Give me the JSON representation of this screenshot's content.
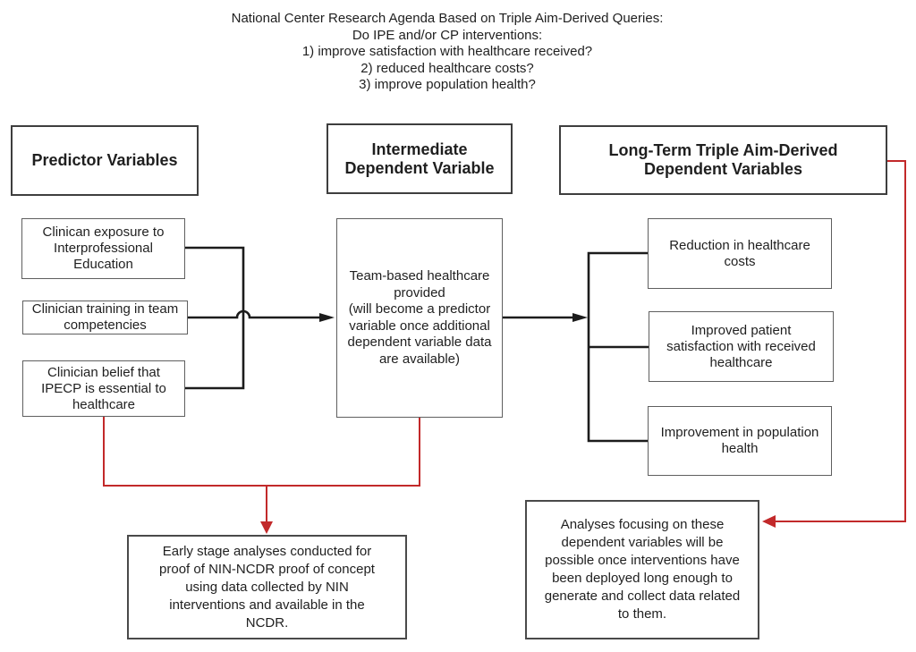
{
  "title": {
    "lines": [
      "National Center Research Agenda Based on Triple Aim-Derived Queries:",
      "Do IPE and/or CP interventions:",
      "1) improve satisfaction with healthcare received?",
      "2) reduced healthcare costs?",
      "3) improve population health?"
    ]
  },
  "headers": {
    "predictor": "Predictor Variables",
    "intermediate": "Intermediate\nDependent Variable",
    "long_term": "Long-Term Triple Aim-Derived\nDependent Variables"
  },
  "predictor_boxes": [
    "Clinican exposure to\nInterprofessional\nEducation",
    "Clinician training in team\ncompetencies",
    "Clinician belief that\nIPECP is essential to\nhealthcare"
  ],
  "intermediate_box": "Team-based healthcare\nprovided\n(will become a predictor\nvariable once additional\ndependent variable data\nare available)",
  "outcome_boxes": [
    "Reduction in healthcare\ncosts",
    "Improved patient\nsatisfaction with received\nhealthcare",
    "Improvement in population\nhealth"
  ],
  "notes": {
    "early_stage": "Early stage analyses conducted for\nproof of NIN-NCDR proof of concept\nusing data collected by NIN\ninterventions and available in the\nNCDR.",
    "future": "Analyses focusing on these\ndependent variables will be\npossible once interventions have\nbeen deployed long enough to\ngenerate and collect data related\nto them."
  },
  "colors": {
    "line_black": "#1c1c1c",
    "arrow_red": "#c2292a",
    "background": "#ffffff",
    "text": "#1f1f1f",
    "box_border": "#5f5f5f"
  }
}
